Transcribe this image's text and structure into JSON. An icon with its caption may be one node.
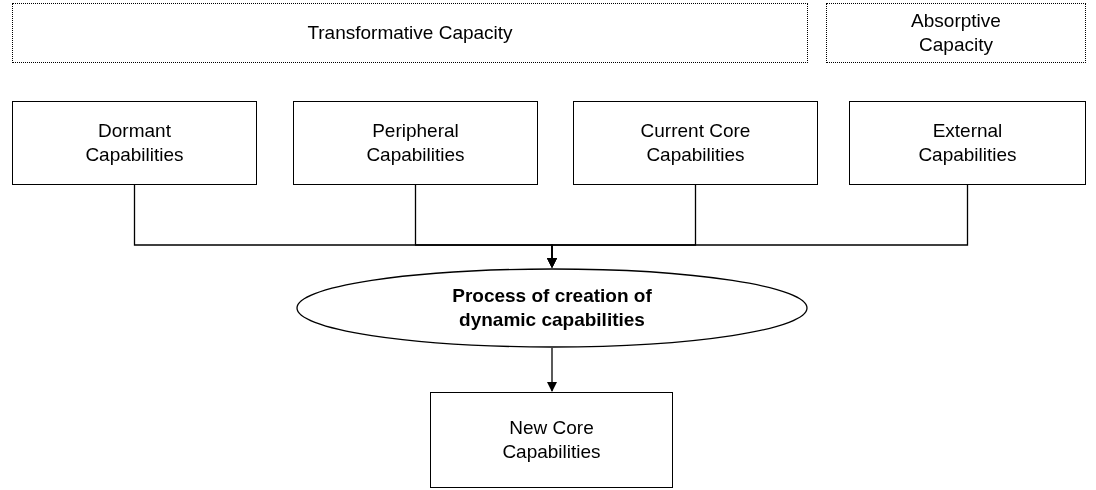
{
  "diagram": {
    "nodes": [
      {
        "text": [
          "Transformative Capacity"
        ]
      },
      {
        "text": [
          "Absorptive Capacity"
        ]
      },
      {
        "text": [
          "Dormant Capabilities"
        ]
      },
      {
        "text": [
          "Peripheral Capabilities"
        ]
      },
      {
        "text": [
          "Current Core Capabilities"
        ]
      },
      {
        "text": [
          "External Capabilities"
        ]
      },
      {
        "text": [
          "Process of creation of dynamic capabilities"
        ]
      },
      {
        "text": [
          "New Core Capabilities"
        ]
      }
    ],
    "edges": [
      {
        "from": 2,
        "to": 6,
        "arrow": "to"
      },
      {
        "from": 3,
        "to": 6,
        "arrow": "to"
      },
      {
        "from": 4,
        "to": 6,
        "arrow": "to"
      },
      {
        "from": 5,
        "to": 6,
        "arrow": "to"
      },
      {
        "from": 6,
        "to": 7,
        "arrow": "to"
      }
    ]
  }
}
